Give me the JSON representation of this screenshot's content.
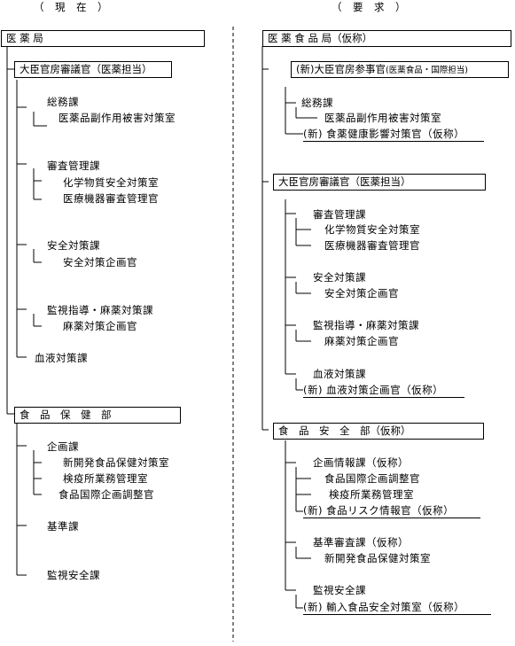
{
  "left": {
    "header": "（　現　在　）",
    "bureau": "医 薬 局",
    "councillor": "大臣官房審議官（医薬担当）",
    "general_affairs": "総務課",
    "adverse_office": "医薬品副作用被害対策室",
    "evaluation": "審査管理課",
    "chem_office": "化学物質安全対策室",
    "device_officer": "医療機器審査管理官",
    "safety": "安全対策課",
    "safety_officer": "安全対策企画官",
    "compliance": "監視指導・麻薬対策課",
    "narcotics_officer": "麻薬対策企画官",
    "blood": "血液対策課",
    "food_dept": "食　品　保　健　部",
    "planning": "企画課",
    "novel_food_office": "新開発食品保健対策室",
    "quarantine_office": "検疫所業務管理室",
    "intl_officer": "食品国際企画調整官",
    "standards": "基準課",
    "inspection": "監視安全課"
  },
  "right": {
    "header": "（　要　求　）",
    "bureau": "医 薬 食 品 局（仮称）",
    "new_counsellor": "(新)大臣官房参事官",
    "new_counsellor_suffix": "(医薬食品・国際担当)",
    "general_affairs": "総務課",
    "adverse_office": "医薬品副作用被害対策室",
    "new_food_health": "(新) 食薬健康影響対策官（仮称）",
    "councillor": "大臣官房審議官（医薬担当）",
    "evaluation": "審査管理課",
    "chem_office": "化学物質安全対策室",
    "device_officer": "医療機器審査管理官",
    "safety": "安全対策課",
    "safety_officer": "安全対策企画官",
    "compliance": "監視指導・麻薬対策課",
    "narcotics_officer": "麻薬対策企画官",
    "blood": "血液対策課",
    "new_blood_officer": "(新) 血液対策企画官（仮称）",
    "food_dept": "食　品　安　全　部（仮称）",
    "info_planning": "企画情報課（仮称）",
    "intl_officer": "食品国際企画調整官",
    "quarantine_office": "検疫所業務管理室",
    "new_risk_officer": "(新) 食品リスク情報官（仮称）",
    "standards_eval": "基準審査課（仮称）",
    "novel_food_office": "新開発食品保健対策室",
    "inspection": "監視安全課",
    "new_import_office": "(新) 輸入食品安全対策室（仮称）"
  }
}
